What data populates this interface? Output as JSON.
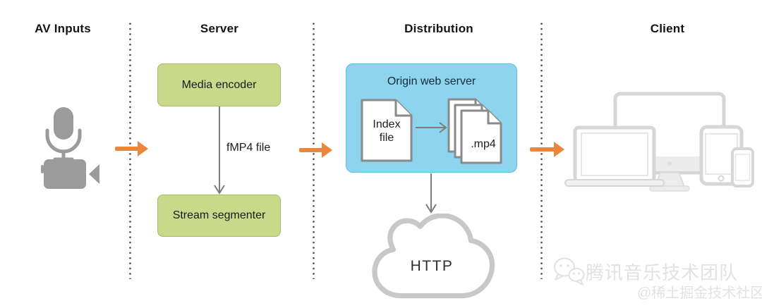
{
  "headers": {
    "av_inputs": "AV Inputs",
    "server": "Server",
    "distribution": "Distribution",
    "client": "Client"
  },
  "av_inputs": {
    "icons": [
      "microphone",
      "video-camera"
    ]
  },
  "server": {
    "media_encoder": "Media encoder",
    "stream_segmenter": "Stream segmenter",
    "fmp4_label": "fMP4 file"
  },
  "distribution": {
    "origin_title": "Origin web server",
    "index_file_line1": "Index",
    "index_file_line2": "file",
    "mp4_label": ".mp4",
    "http_label": "HTTP"
  },
  "client": {
    "devices": [
      "display",
      "laptop",
      "desktop-monitor",
      "tablet",
      "smartphone"
    ]
  },
  "watermark": {
    "brand": "腾讯音乐技术团队",
    "community": "@稀土掘金技术社区"
  },
  "colors": {
    "accent_orange": "#EA873E",
    "box_green_fill": "#C8DA8A",
    "box_green_border": "#A2BD62",
    "box_blue_fill": "#8ED4EE",
    "box_blue_border": "#5FBEE2",
    "icon_gray": "#9B9B9B",
    "device_gray": "#D6D6D6",
    "connector_gray": "#7B7B7B",
    "dotted_line_gray": "#4F4F4F"
  }
}
